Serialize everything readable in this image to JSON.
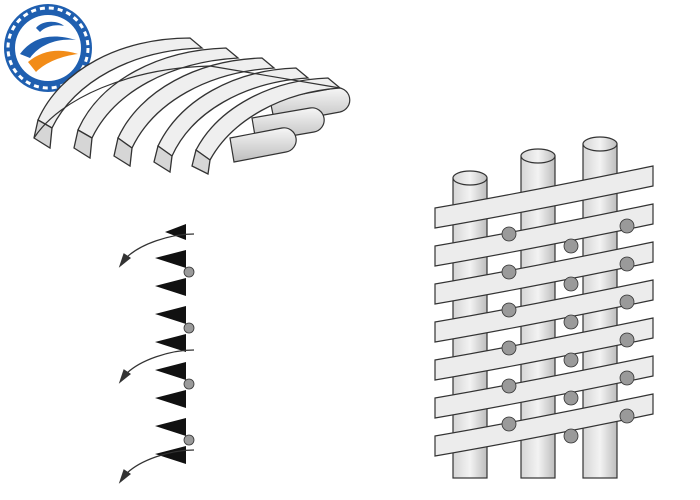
{
  "colors": {
    "logo_blue": "#1f5fb0",
    "logo_orange": "#f28c18",
    "wire_fill": "#e8e8e8",
    "wire_fill_shade": "#cfcfcf",
    "wedge_black": "#111111",
    "particle_gray": "#9a9a9a",
    "outline": "#333333"
  },
  "diagram": {
    "items": [
      {
        "name": "logo",
        "icon": "gear-wave-logo"
      },
      {
        "name": "curved-wedge-wire-panel",
        "icon": "curved-panel-illustration"
      },
      {
        "name": "slot-cross-section",
        "icon": "wedge-profiles-with-particles-and-flow-arrows"
      },
      {
        "name": "cylindrical-wedge-wire-screen",
        "icon": "cylinder-screen-with-support-rods-and-particles"
      }
    ]
  }
}
